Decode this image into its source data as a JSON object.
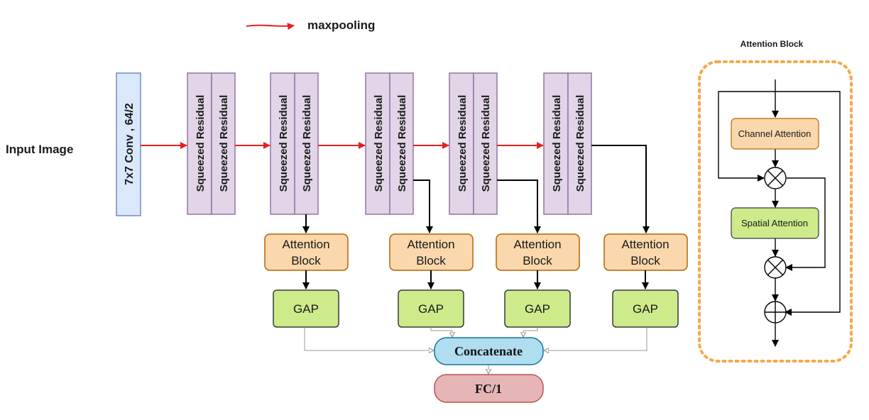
{
  "legend": {
    "maxpooling_label": "maxpooling",
    "arrow_color": "#e32020"
  },
  "input_label": "Input Image",
  "conv_label": "7x7 Conv , 64/2",
  "squeezed_residual_label": "Squeezed Residual",
  "stages": [
    {
      "attention": [
        "Attention",
        "Block"
      ],
      "gap": "GAP"
    },
    {
      "attention": [
        "Attention",
        "Block"
      ],
      "gap": "GAP"
    },
    {
      "attention": [
        "Attention",
        "Block"
      ],
      "gap": "GAP"
    },
    {
      "attention": [
        "Attention",
        "Block"
      ],
      "gap": "GAP"
    }
  ],
  "concatenate_label": "Concatenate",
  "fc_label": "FC/1",
  "attention_detail": {
    "title": "Attention Block",
    "channel_attention": "Channel Attention",
    "spatial_attention": "Spatial Attention"
  },
  "colors": {
    "conv_fill": "#dae8fc",
    "conv_stroke": "#6c8ebf",
    "residual_fill": "#e1d5e7",
    "residual_stroke": "#9673a6",
    "attention_fill": "#fad7ac",
    "attention_stroke": "#b46504",
    "gap_fill": "#cdeb8b",
    "gap_stroke": "#36393d",
    "concat_fill": "#b1ddf0",
    "concat_stroke": "#10739e",
    "fc_fill": "#e6b5b5",
    "fc_stroke": "#b85450",
    "detail_border": "#f5a94a"
  }
}
